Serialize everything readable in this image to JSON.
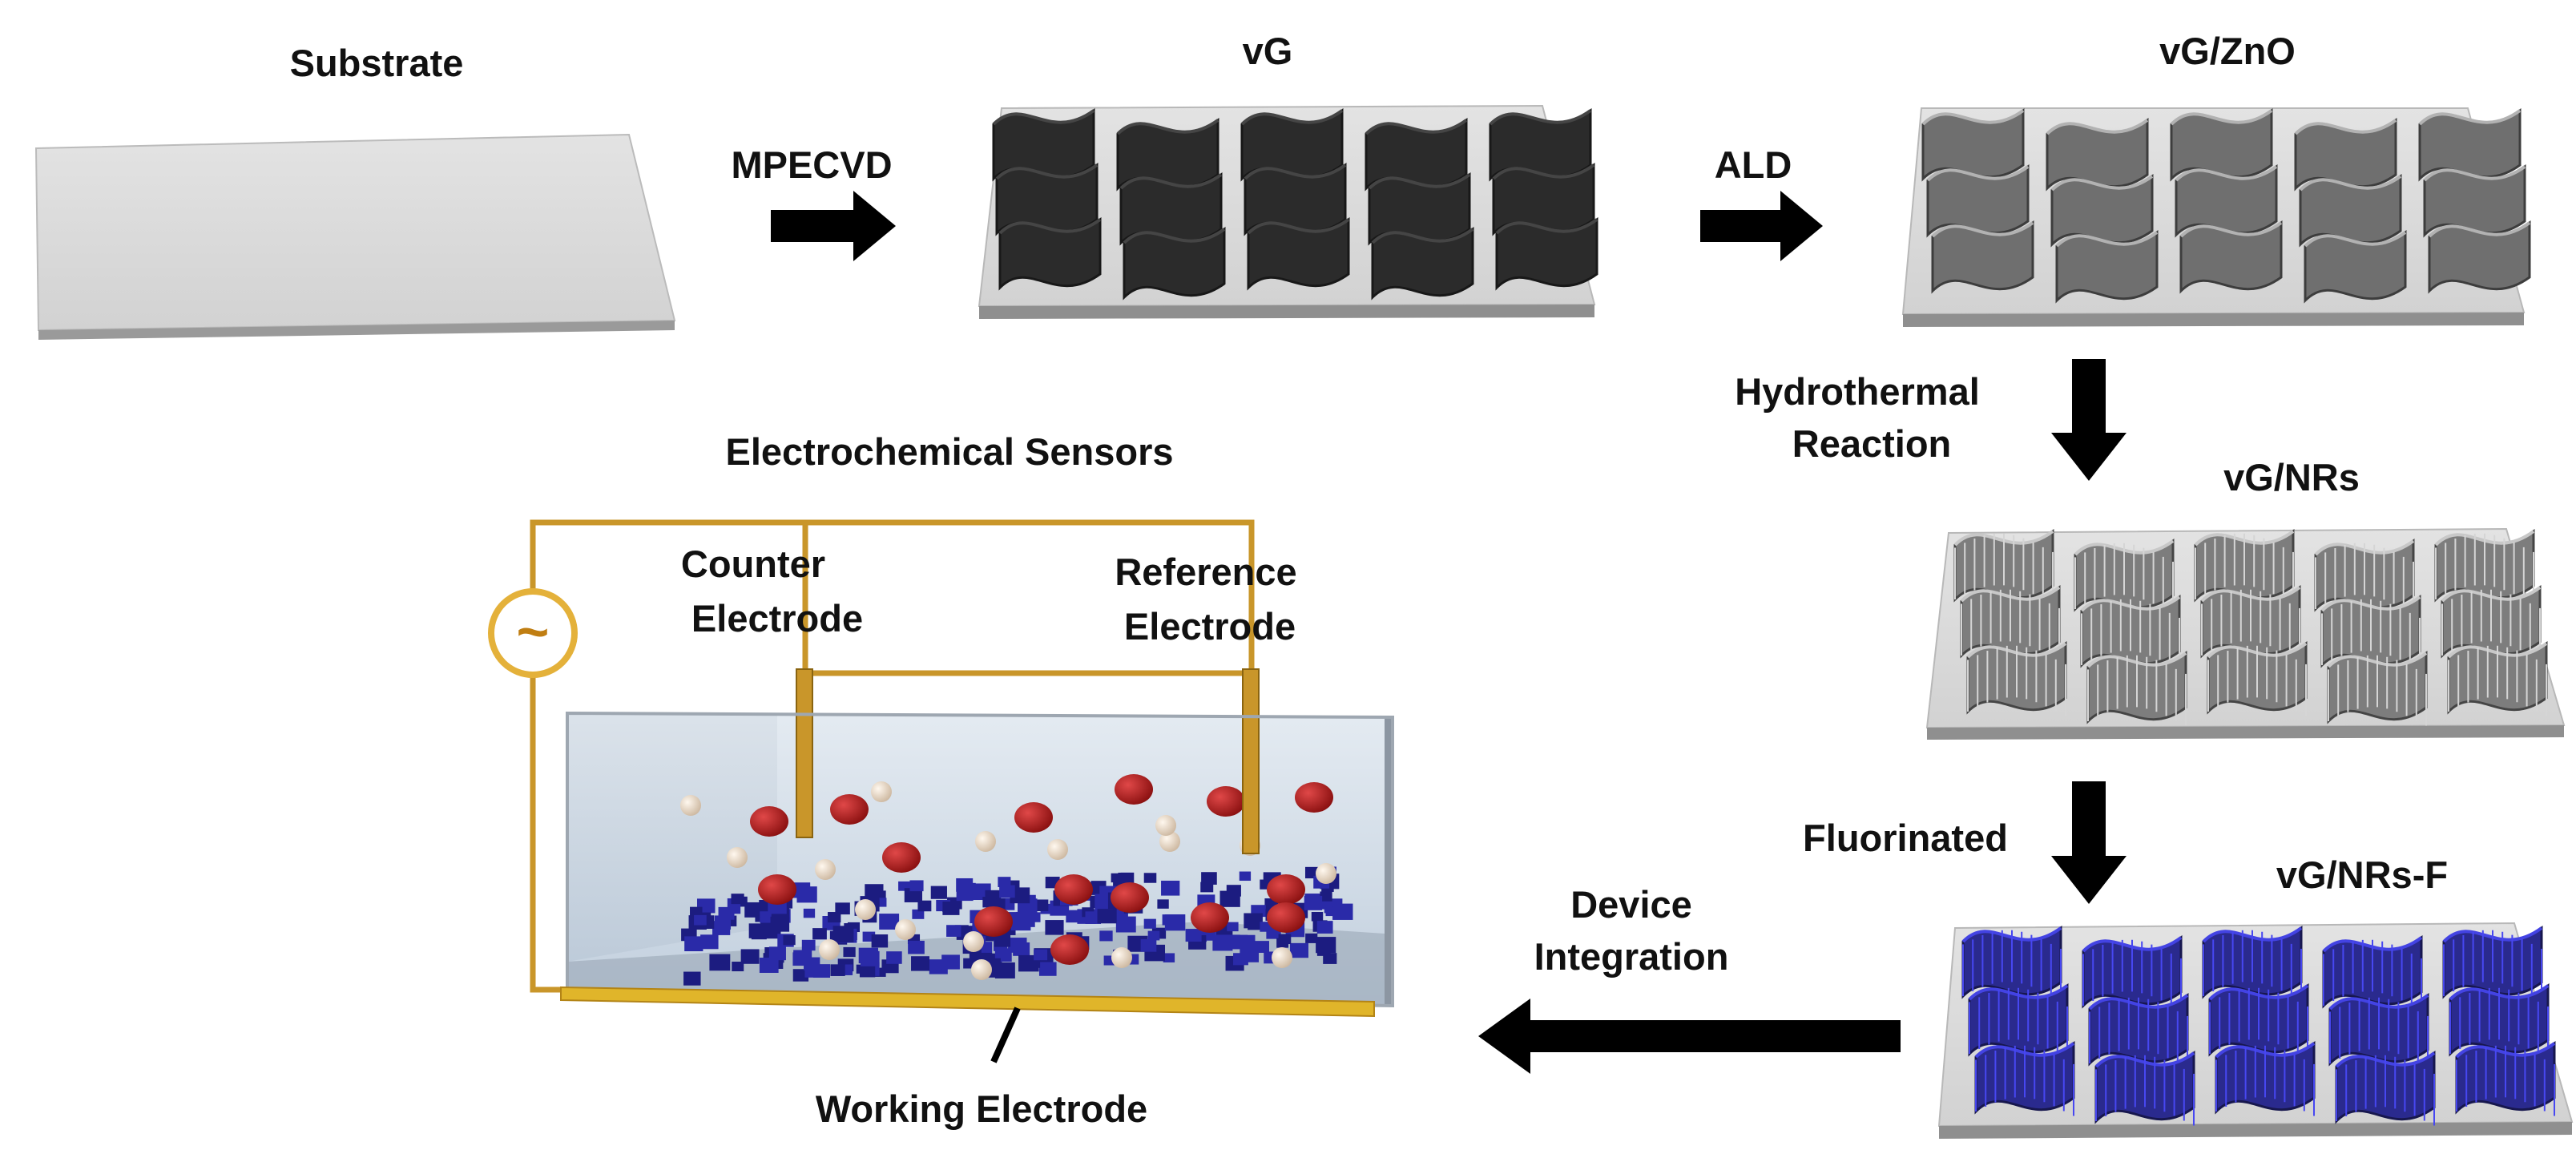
{
  "labels": {
    "substrate": "Substrate",
    "vg": "vG",
    "vg_zno": "vG/ZnO",
    "vg_nrs": "vG/NRs",
    "vg_nrs_f": "vG/NRs-F",
    "sensors_title": "Electrochemical Sensors",
    "counter_1": "Counter",
    "counter_2": "Electrode",
    "reference_1": "Reference",
    "reference_2": "Electrode",
    "working": "Working Electrode"
  },
  "steps": {
    "mpecvd": "MPECVD",
    "ald": "ALD",
    "hydro_1": "Hydrothermal",
    "hydro_2": "Reaction",
    "fluorinated": "Fluorinated",
    "device_1": "Device",
    "device_2": "Integration"
  },
  "ac_symbol": "~",
  "colors": {
    "vg_sheet": "#2b2b2b",
    "zno_sheet": "#6f6f6f",
    "nrs_sheet": "#7d7d7d",
    "fluorinated_sheet": "#2a2a8e",
    "substrate": "#dedede",
    "wire": "#c9962a",
    "electrolyte": "#c9d6e4",
    "red_particle": "#a81818",
    "white_particle": "#ecdccb",
    "working_plate": "#e0b52a",
    "arrow": "#000000"
  }
}
